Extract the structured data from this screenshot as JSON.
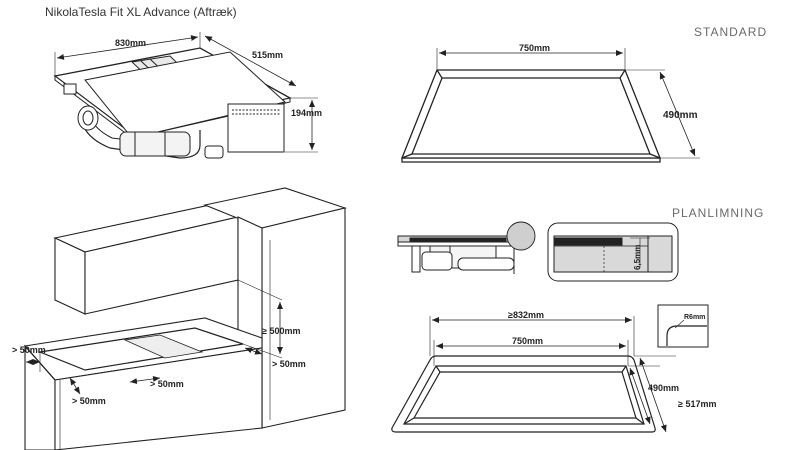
{
  "title": "NikolaTesla Fit XL Advance (Aftræk)",
  "sections": {
    "standard": "STANDARD",
    "flush": "PLANLIMNING"
  },
  "product": {
    "width": "830mm",
    "depth": "515mm",
    "height": "194mm"
  },
  "standard_cutout": {
    "width": "750mm",
    "depth": "490mm"
  },
  "flush_detail": {
    "step_depth": "6,5mm"
  },
  "flush_cutout": {
    "outer_width": "≥832mm",
    "inner_width": "750mm",
    "inner_depth": "490mm",
    "outer_depth": "≥ 517mm",
    "radius": "R6mm"
  },
  "kitchen_clearances": {
    "above": "≥ 500mm",
    "right": "> 50mm",
    "left": "> 50mm",
    "front": "> 50mm",
    "between": "> 50mm"
  }
}
